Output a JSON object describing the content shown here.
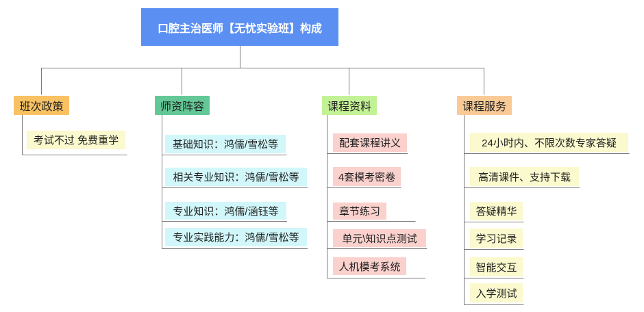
{
  "diagram": {
    "root": {
      "label": "口腔主治医师【无忧实验班】构成"
    },
    "branches": [
      {
        "label": "班次政策",
        "children": [
          {
            "label": "考试不过 免费重学"
          }
        ]
      },
      {
        "label": "师资阵容",
        "children": [
          {
            "label": "基础知识：鸿儒/雪松等"
          },
          {
            "label": "相关专业知识：鸿儒/雪松等"
          },
          {
            "label": "专业知识：鸿儒/涵钰等"
          },
          {
            "label": "专业实践能力：鸿儒/雪松等"
          }
        ]
      },
      {
        "label": "课程资料",
        "children": [
          {
            "label": "配套课程讲义"
          },
          {
            "label": "4套模考密卷"
          },
          {
            "label": "章节练习"
          },
          {
            "label": "单元\\知识点测试"
          },
          {
            "label": "人机模考系统"
          }
        ]
      },
      {
        "label": "课程服务",
        "children": [
          {
            "label": "24小时内、不限次数专家答疑"
          },
          {
            "label": "高清课件、支持下载"
          },
          {
            "label": "答疑精华"
          },
          {
            "label": "学习记录"
          },
          {
            "label": "智能交互"
          },
          {
            "label": "入学测试"
          }
        ]
      }
    ]
  },
  "colors": {
    "canvas-bg": "#ffffff",
    "line": "#7a7a7a",
    "root-bg": "#5b8ff2",
    "root-text": "#ffffff",
    "node-text": "#222222",
    "branch-policy": "#f8c162",
    "branch-faculty": "#63c896",
    "branch-materials": "#c3f195",
    "branch-services": "#faca96",
    "child-yellow": "#fbf9ce",
    "child-cyan": "#d1f7fa",
    "child-pink": "#fad1cd"
  }
}
